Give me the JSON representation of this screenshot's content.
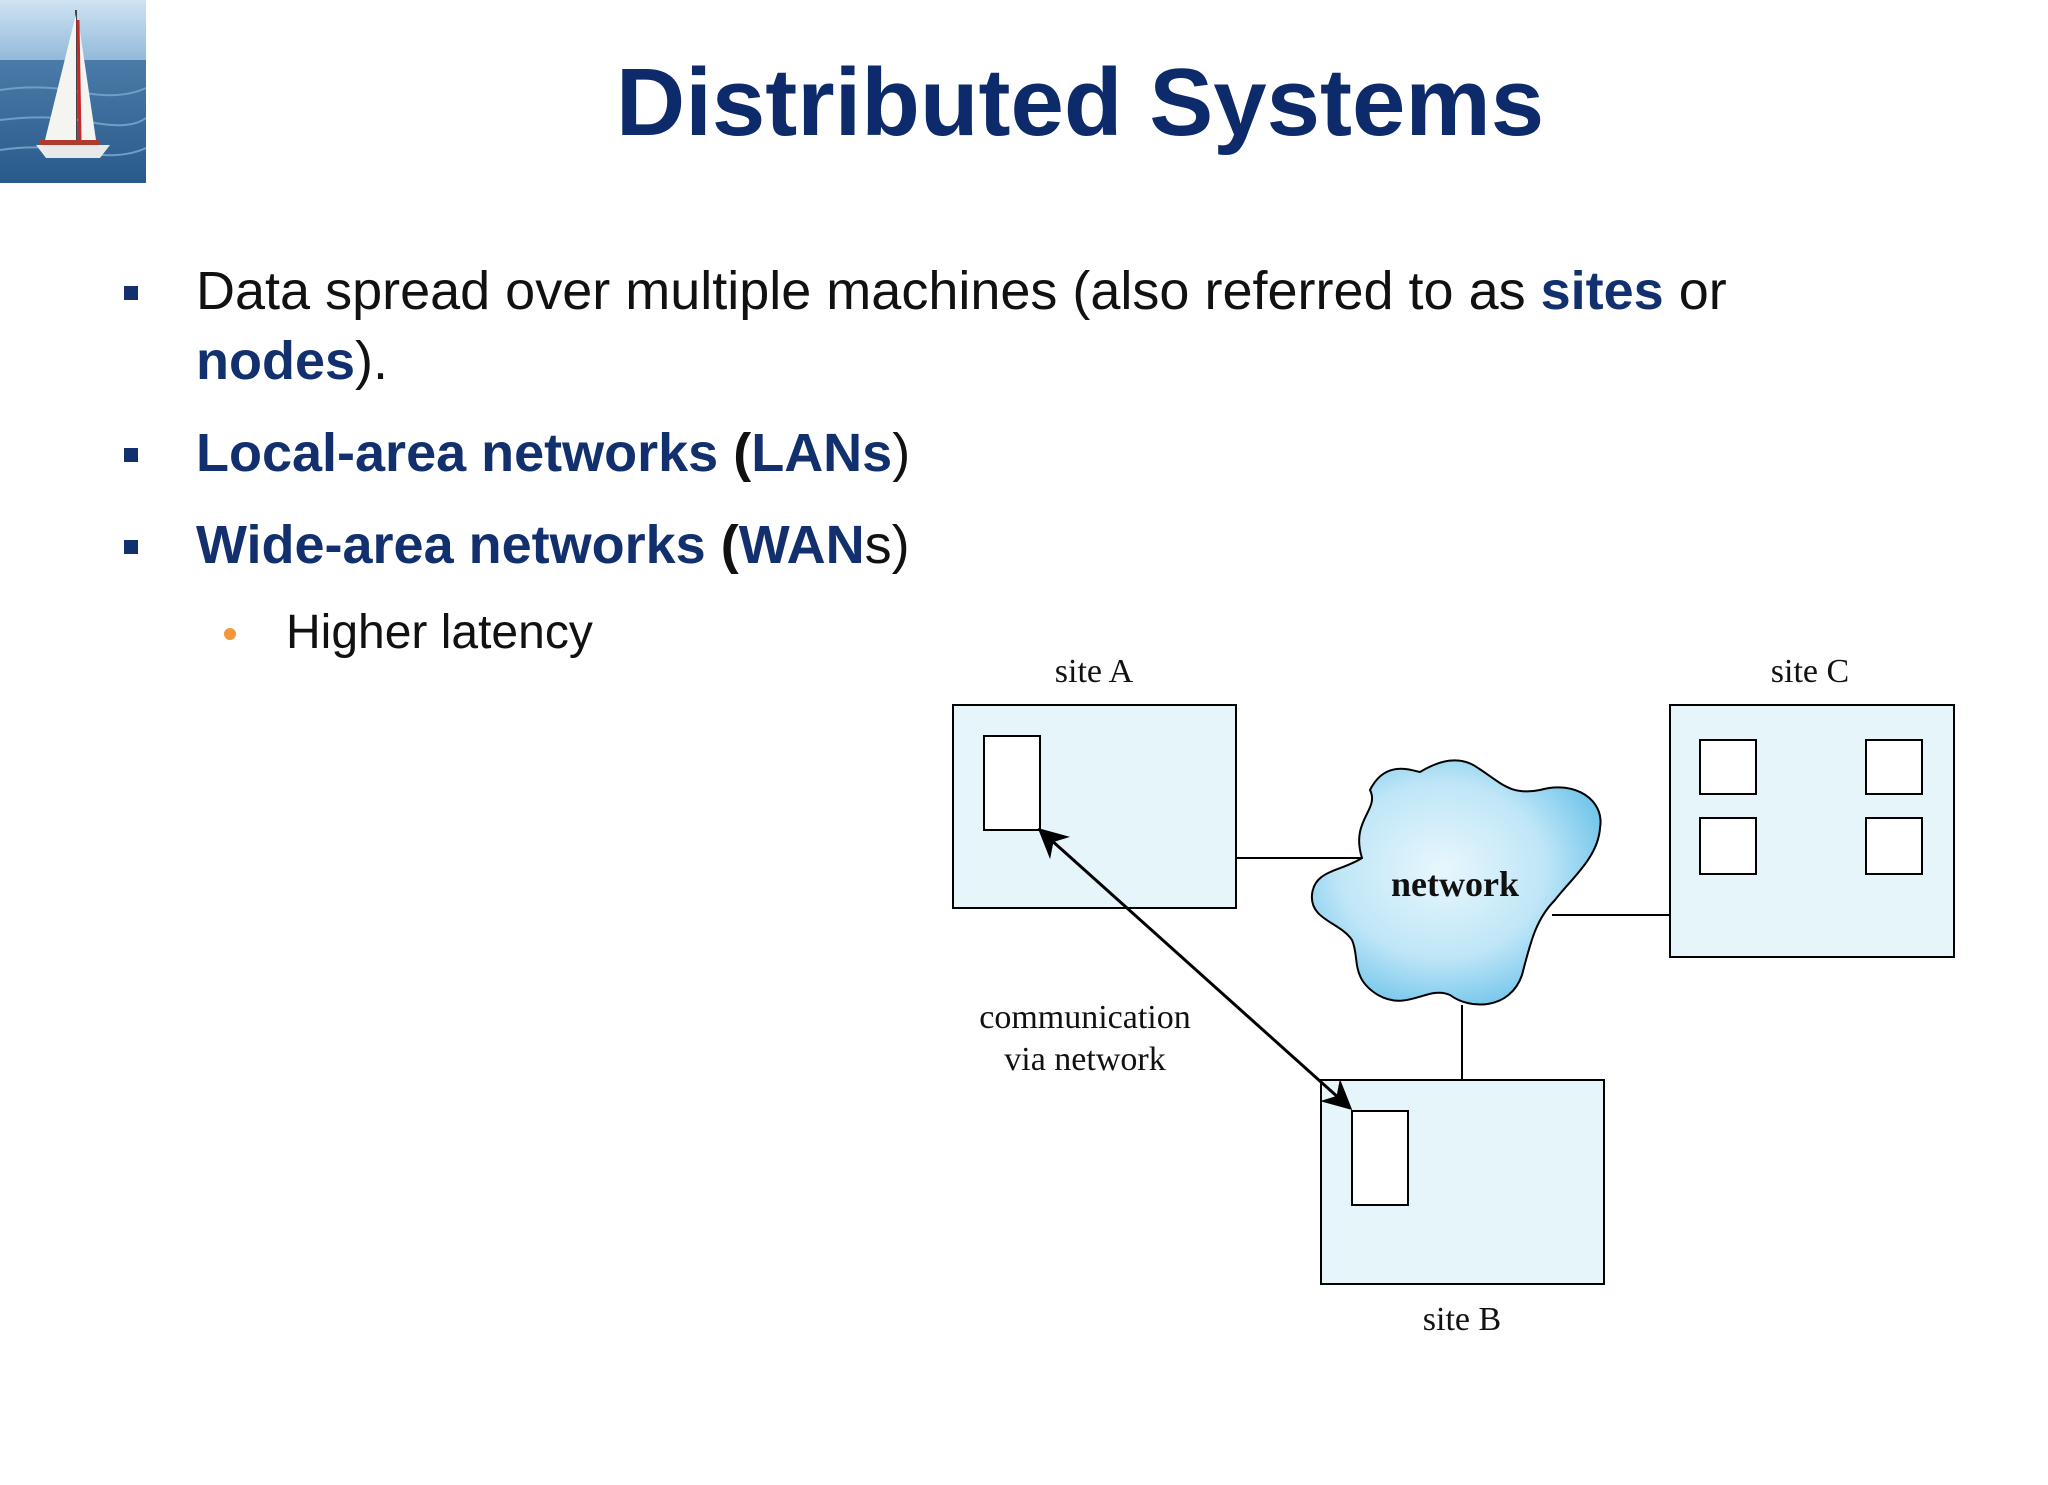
{
  "slide": {
    "title": "Distributed Systems",
    "bullets": [
      {
        "parts": [
          "Data spread over multiple machines (also referred to as ",
          "sites",
          " or ",
          "nodes",
          ")."
        ]
      },
      {
        "parts": [
          "Local-area networks",
          " (",
          "LANs",
          ")"
        ]
      },
      {
        "parts": [
          "Wide-area networks",
          " (",
          "WAN",
          "s)"
        ]
      }
    ],
    "sub_bullets": [
      "Higher latency"
    ]
  },
  "diagram": {
    "site_a_label": "site A",
    "site_b_label": "site B",
    "site_c_label": "site C",
    "network_label": "network",
    "comm_label_line1": "communication",
    "comm_label_line2": "via network"
  },
  "colors": {
    "title": "#0d2a6b",
    "highlight": "#13306e",
    "sub_bullet": "#f5963a",
    "site_fill": "#e6f5fa",
    "cloud_fill": "#a8dcf2"
  },
  "icons": {
    "logo": "sailboat-logo"
  }
}
